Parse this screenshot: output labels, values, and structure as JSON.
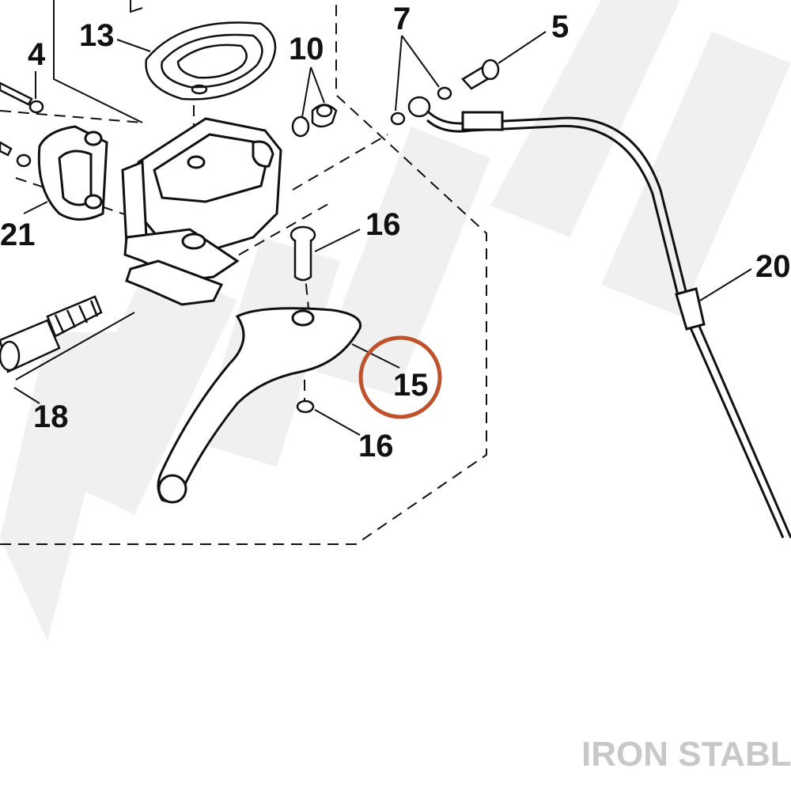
{
  "diagram": {
    "labels": {
      "p4": "4",
      "p5": "5",
      "p7": "7",
      "p10": "10",
      "p13": "13",
      "p15": "15",
      "p16_pin": "16",
      "p16_clip": "16",
      "p18": "18",
      "p20": "20",
      "p21": "21"
    },
    "highlighted_part": "15",
    "highlight_color": "#c0522b",
    "line_color": "#111111",
    "watermark_color": "#f0f0f0"
  },
  "brand": {
    "text": "IRON STABLE",
    "color": "#c8c8c8"
  }
}
